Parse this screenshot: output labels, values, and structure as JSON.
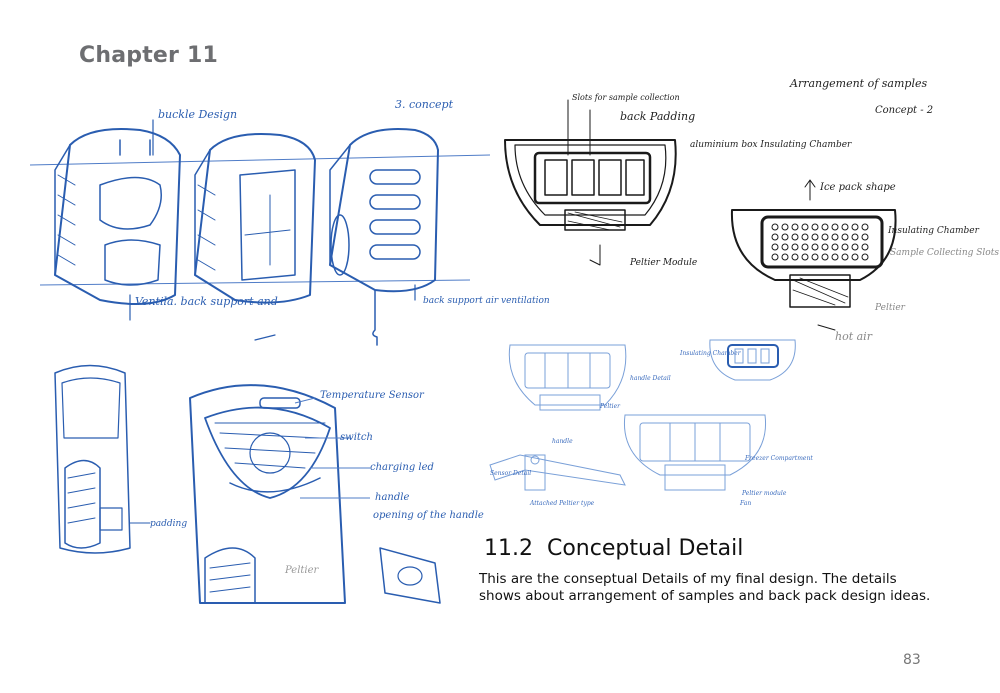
{
  "chapter_label": "Chapter 11",
  "section": {
    "number": "11.2",
    "title": "Conceptual Detail",
    "body": "This are the conseptual Details of my final design. The details shows about arrangement of samples and back pack design ideas."
  },
  "page_number": "83",
  "sketch_notes": {
    "buckle_design": "buckle Design",
    "concept_3": "3. concept",
    "ventilation_back_support": "Ventila. back support and",
    "back_support_air_ventilation": "back support air ventilation",
    "temperature_sensor": "Temperature Sensor",
    "switch": "switch",
    "charging_led": "charging led",
    "handle": "handle",
    "opening_handle": "opening of the handle",
    "padding": "padding",
    "peltier": "Peltier",
    "arrangement_title": "Arrangement of samples",
    "concept_2": "Concept - 2",
    "slots_for_sample_collection": "Slots for sample collection",
    "back_padding": "back Padding",
    "aluminium_insulating_chamber": "aluminium box Insulating Chamber",
    "peltier_module": "Peltier Module",
    "ice_pack_shape": "Ice pack shape",
    "insulating_chamber": "Insulating Chamber",
    "sample_collecting_slots": "Sample Collecting Slots",
    "peltier_2": "Peltier",
    "hot_air": "hot air",
    "handle_detail": "handle Detail",
    "handle_small": "handle",
    "sensor_detail": "Sensor Detail",
    "attached_peltier": "Attached Peltier type",
    "insulating_small": "Insulating Chamber",
    "peltier_small": "Peltier",
    "fan": "Fan",
    "freezer_compartment": "Freezer Compartment",
    "peltier_module_small": "Peltier module"
  }
}
